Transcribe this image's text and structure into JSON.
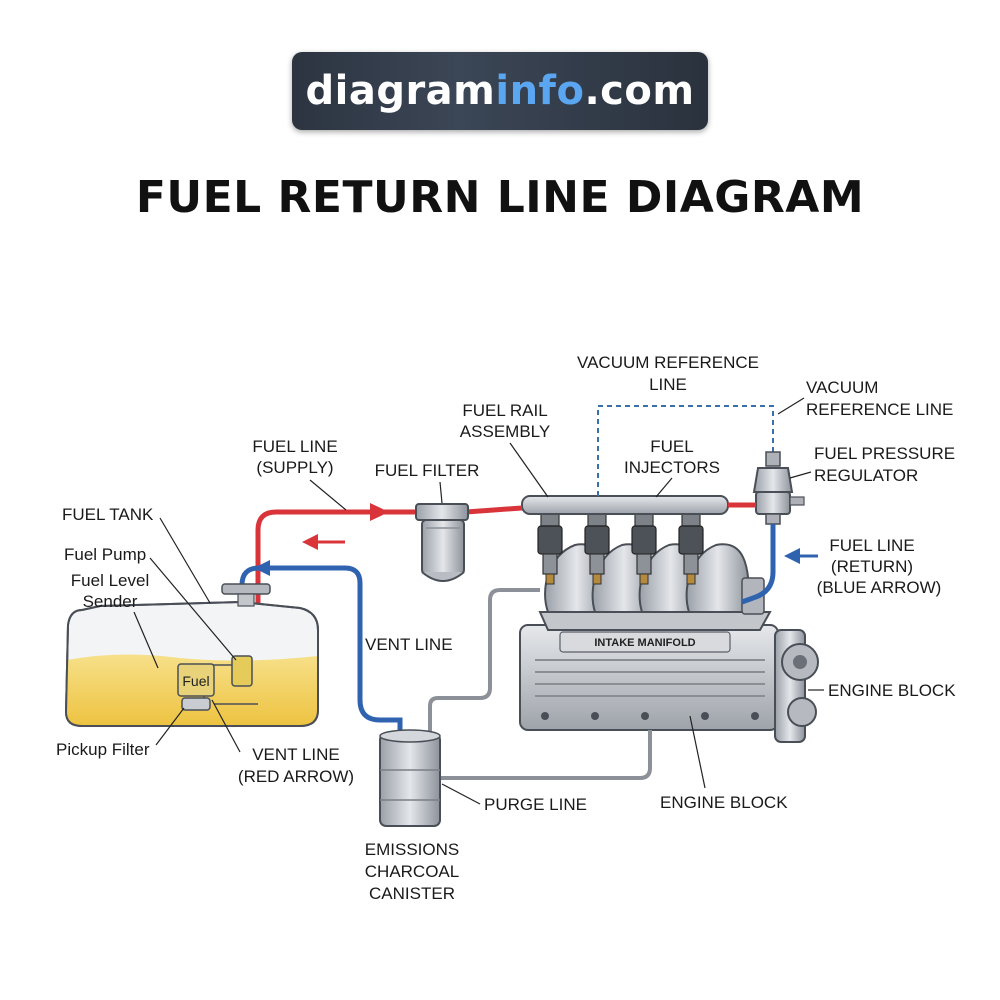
{
  "banner": {
    "part1": "diagram",
    "part2": "info",
    "part3": ".com"
  },
  "title": "FUEL RETURN LINE DIAGRAM",
  "labels": {
    "vacuum_ref_top": [
      "VACUUM REFERENCE",
      "LINE"
    ],
    "vacuum_ref_right": [
      "VACUUM",
      "REFERENCE LINE"
    ],
    "fuel_rail": [
      "FUEL RAIL",
      "ASSEMBLY"
    ],
    "fuel_injectors": [
      "FUEL",
      "INJECTORS"
    ],
    "fuel_pressure_regulator": [
      "FUEL PRESSURE",
      "REGULATOR"
    ],
    "fuel_line_supply": [
      "FUEL LINE",
      "(SUPPLY)"
    ],
    "fuel_filter": "FUEL FILTER",
    "fuel_tank": "FUEL TANK",
    "fuel_pump": "Fuel Pump",
    "fuel_level_sender": [
      "Fuel Level",
      "Sender"
    ],
    "fuel_line_return": [
      "FUEL LINE",
      "(RETURN)",
      "(BLUE ARROW)"
    ],
    "vent_line": "VENT LINE",
    "intake_manifold": "INTAKE MANIFOLD",
    "engine_block_right": "ENGINE BLOCK",
    "fuel_box": "Fuel",
    "pickup_filter": "Pickup Filter",
    "vent_line_red": [
      "VENT LINE",
      "(RED ARROW)"
    ],
    "purge_line": "PURGE LINE",
    "engine_block_bottom": "ENGINE BLOCK",
    "charcoal_canister": [
      "EMISSIONS",
      "CHARCOAL",
      "CANISTER"
    ]
  },
  "colors": {
    "supply_line": "#d8343a",
    "return_line": "#2f63b0",
    "vacuum_line": "#3a6fa8",
    "fuel": "#f2cf55",
    "metal": "#c9ccd1"
  }
}
